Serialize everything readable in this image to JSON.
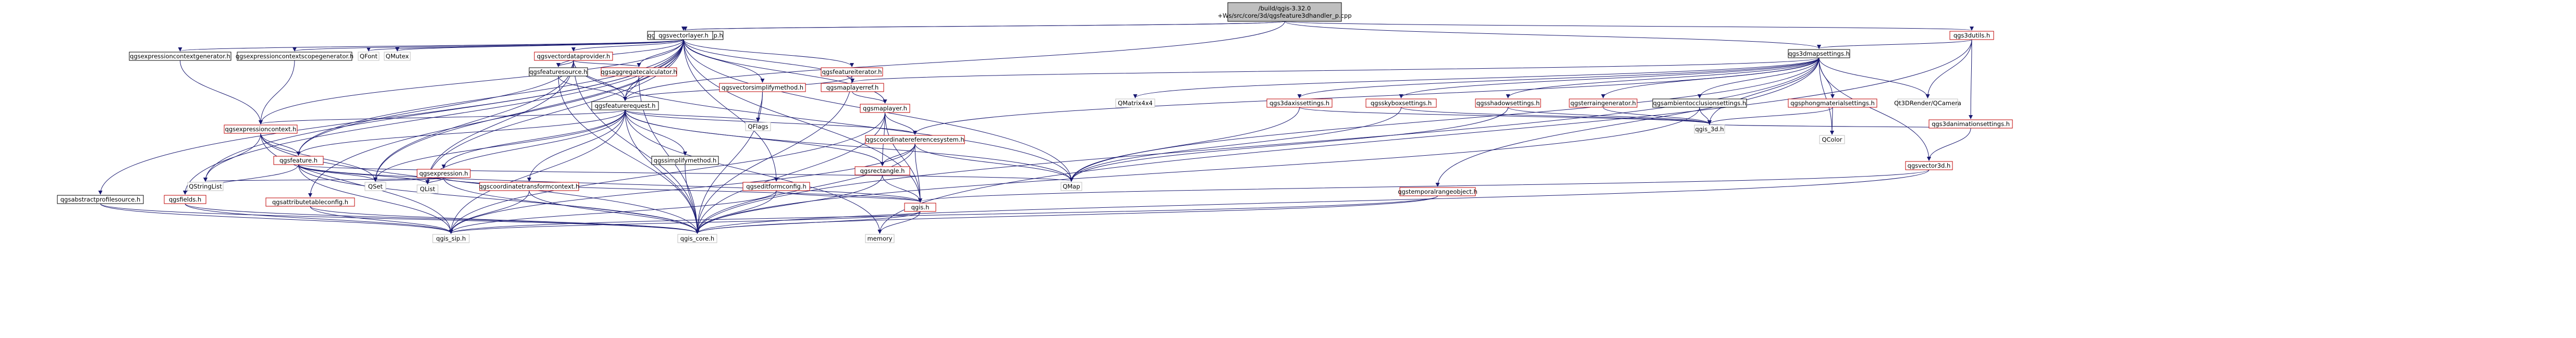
{
  "colors": {
    "edge": "#191970",
    "root_fill": "#bfbfbf",
    "missing_border": "#bf0000",
    "external_border": "#bfbfbf",
    "node_fill": "#ffffff"
  },
  "nodes": [
    {
      "id": "root",
      "lines": [
        "/build/qgis-3.32.0",
        "+Ws/src/core/3d/qgsfeature3dhandler_p.cpp"
      ],
      "kind": "root"
    },
    {
      "id": "fh",
      "lines": [
        "qgsfeature3dhandler_p.h"
      ],
      "kind": "normal"
    },
    {
      "id": "vl",
      "lines": [
        "qgsvectorlayer.h"
      ],
      "kind": "normal"
    },
    {
      "id": "u3",
      "lines": [
        "qgs3dutils.h"
      ],
      "kind": "missing"
    },
    {
      "id": "ms",
      "lines": [
        "qgs3dmapsettings.h"
      ],
      "kind": "normal"
    },
    {
      "id": "ecg",
      "lines": [
        "qgsexpressioncontextgenerator.h"
      ],
      "kind": "normal"
    },
    {
      "id": "ecsg",
      "lines": [
        "qgsexpressioncontextscopegenerator.h"
      ],
      "kind": "normal"
    },
    {
      "id": "qfont",
      "lines": [
        "QFont"
      ],
      "kind": "external"
    },
    {
      "id": "qmutex",
      "lines": [
        "QMutex"
      ],
      "kind": "external"
    },
    {
      "id": "vdp",
      "lines": [
        "qgsvectordataprovider.h"
      ],
      "kind": "missing"
    },
    {
      "id": "fs",
      "lines": [
        "qgsfeaturesource.h"
      ],
      "kind": "normal"
    },
    {
      "id": "agg",
      "lines": [
        "qgsaggregatecalculator.h"
      ],
      "kind": "missing"
    },
    {
      "id": "fi",
      "lines": [
        "qgsfeatureiterator.h"
      ],
      "kind": "missing"
    },
    {
      "id": "vsm",
      "lines": [
        "qgsvectorsimplifymethod.h"
      ],
      "kind": "missing"
    },
    {
      "id": "mlr",
      "lines": [
        "qgsmaplayerref.h"
      ],
      "kind": "missing"
    },
    {
      "id": "ml",
      "lines": [
        "qgsmaplayer.h"
      ],
      "kind": "missing"
    },
    {
      "id": "fr",
      "lines": [
        "qgsfeaturerequest.h"
      ],
      "kind": "normal"
    },
    {
      "id": "ec",
      "lines": [
        "qgsexpressioncontext.h"
      ],
      "kind": "missing"
    },
    {
      "id": "qflags",
      "lines": [
        "QFlags"
      ],
      "kind": "external"
    },
    {
      "id": "smp",
      "lines": [
        "qgssimplifymethod.h"
      ],
      "kind": "normal"
    },
    {
      "id": "crs",
      "lines": [
        "qgscoordinatereferencesystem.h"
      ],
      "kind": "missing"
    },
    {
      "id": "rect",
      "lines": [
        "qgsrectangle.h"
      ],
      "kind": "missing"
    },
    {
      "id": "ctc",
      "lines": [
        "qgscoordinatetransformcontext.h"
      ],
      "kind": "missing"
    },
    {
      "id": "feat",
      "lines": [
        "qgsfeature.h"
      ],
      "kind": "missing"
    },
    {
      "id": "expr",
      "lines": [
        "qgsexpression.h"
      ],
      "kind": "missing"
    },
    {
      "id": "qss",
      "lines": [
        "QStringList"
      ],
      "kind": "external"
    },
    {
      "id": "qset",
      "lines": [
        "QSet"
      ],
      "kind": "external"
    },
    {
      "id": "qlist",
      "lines": [
        "QList"
      ],
      "kind": "external"
    },
    {
      "id": "qmap",
      "lines": [
        "QMap"
      ],
      "kind": "external"
    },
    {
      "id": "qgsh",
      "lines": [
        "qgis.h"
      ],
      "kind": "missing"
    },
    {
      "id": "efc",
      "lines": [
        "qgseditformconfig.h"
      ],
      "kind": "missing"
    },
    {
      "id": "apr",
      "lines": [
        "qgsabstractprofilesource.h"
      ],
      "kind": "normal"
    },
    {
      "id": "flds",
      "lines": [
        "qgsfields.h"
      ],
      "kind": "missing"
    },
    {
      "id": "atc",
      "lines": [
        "qgsattributetableconfig.h"
      ],
      "kind": "missing"
    },
    {
      "id": "sip",
      "lines": [
        "qgis_sip.h"
      ],
      "kind": "external"
    },
    {
      "id": "core",
      "lines": [
        "qgis_core.h"
      ],
      "kind": "external"
    },
    {
      "id": "mem",
      "lines": [
        "memory"
      ],
      "kind": "external"
    },
    {
      "id": "mtx",
      "lines": [
        "QMatrix4x4"
      ],
      "kind": "external"
    },
    {
      "id": "axs",
      "lines": [
        "qgs3daxissettings.h"
      ],
      "kind": "missing"
    },
    {
      "id": "sbs",
      "lines": [
        "qgsskyboxsettings.h"
      ],
      "kind": "missing"
    },
    {
      "id": "shs",
      "lines": [
        "qgsshadowsettings.h"
      ],
      "kind": "missing"
    },
    {
      "id": "tg",
      "lines": [
        "qgsterraingenerator.h"
      ],
      "kind": "missing"
    },
    {
      "id": "aoc",
      "lines": [
        "qgsambientocclusionsettings.h"
      ],
      "kind": "normal"
    },
    {
      "id": "pms",
      "lines": [
        "qgsphongmaterialsettings.h"
      ],
      "kind": "missing"
    },
    {
      "id": "q3dcam",
      "lines": [
        "Qt3DRender/QCamera"
      ],
      "kind": "external"
    },
    {
      "id": "as3",
      "lines": [
        "qgs3danimationsettings.h"
      ],
      "kind": "missing"
    },
    {
      "id": "q3d",
      "lines": [
        "qgis_3d.h"
      ],
      "kind": "external"
    },
    {
      "id": "qcolor",
      "lines": [
        "QColor"
      ],
      "kind": "external"
    },
    {
      "id": "v3d",
      "lines": [
        "qgsvector3d.h"
      ],
      "kind": "missing"
    },
    {
      "id": "tro",
      "lines": [
        "qgstemporalrangeobject.h"
      ],
      "kind": "missing"
    }
  ]
}
